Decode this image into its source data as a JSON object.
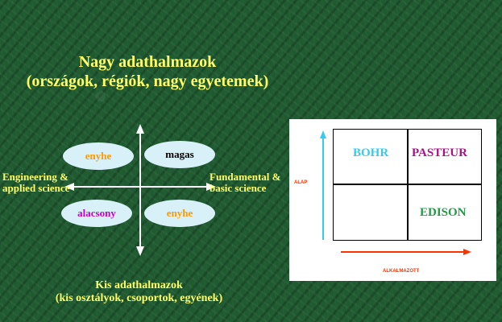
{
  "title": {
    "line1": "Nagy adathalmazok",
    "line2": "(országok, régiók, nagy egyetemek)"
  },
  "bottom": {
    "line1": "Kis adathalmazok",
    "line2": "(kis osztályok, csoportok, egyének)"
  },
  "left_label": {
    "line1": "Engineering &",
    "line2": "applied science"
  },
  "right_label": {
    "line1": "Fundamental &",
    "line2": "basic science"
  },
  "quadrants": {
    "top_left": "enyhe",
    "top_right": "magas",
    "bottom_left": "alacsony",
    "bottom_right": "enyhe"
  },
  "matrix": {
    "bohr": "BOHR",
    "pasteur": "PASTEUR",
    "edison": "EDISON",
    "y_axis": "ALAP",
    "x_axis": "ALKALMAZOTT"
  },
  "colors": {
    "title": "#ffff66",
    "oval_bg": "#d8f0f8",
    "bohr": "#33ccee",
    "pasteur": "#aa1188",
    "edison": "#229944",
    "axis_arrow": "#ff3300"
  }
}
